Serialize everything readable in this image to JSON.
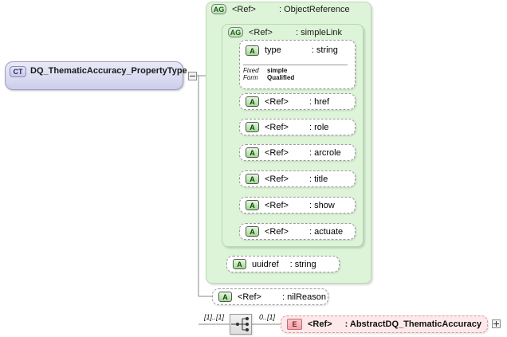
{
  "diagram": {
    "kind": "xsd-schema-diagram",
    "colors": {
      "complex_type_fill": "#dcdcf2",
      "complex_type_border": "#9e9ec4",
      "group_fill": "#ddf4d8",
      "group_border": "#b7d9b0",
      "attribute_fill": "#ffffff",
      "attribute_border": "#9a9a9a",
      "element_fill": "#fde9ea",
      "element_border": "#e2989e",
      "compositor_fill": "#e6e6e6",
      "canvas": "#ffffff"
    },
    "root": {
      "badge": "CT",
      "badge_name": "complex-type-badge",
      "label": "DQ_ThematicAccuracy_PropertyType",
      "collapse_toggle": "minus"
    },
    "groups": [
      {
        "badge": "AG",
        "ref": "<Ref>",
        "name": ": ObjectReference"
      },
      {
        "badge": "AG",
        "ref": "<Ref>",
        "name": ": simpleLink"
      }
    ],
    "attributes": [
      {
        "badge": "A",
        "ref": "type",
        "type": ": string",
        "dashed": true,
        "facets": [
          {
            "key": "Fixed",
            "value": "simple"
          },
          {
            "key": "Form",
            "value": "Qualified"
          }
        ]
      },
      {
        "badge": "A",
        "ref": "<Ref>",
        "type": ": href",
        "dashed": true
      },
      {
        "badge": "A",
        "ref": "<Ref>",
        "type": ": role",
        "dashed": true
      },
      {
        "badge": "A",
        "ref": "<Ref>",
        "type": ": arcrole",
        "dashed": true
      },
      {
        "badge": "A",
        "ref": "<Ref>",
        "type": ": title",
        "dashed": true
      },
      {
        "badge": "A",
        "ref": "<Ref>",
        "type": ": show",
        "dashed": true
      },
      {
        "badge": "A",
        "ref": "<Ref>",
        "type": ": actuate",
        "dashed": true
      },
      {
        "badge": "A",
        "ref": "uuidref",
        "type": ": string",
        "dashed": true
      },
      {
        "badge": "A",
        "ref": "<Ref>",
        "type": ": nilReason",
        "dashed": true
      }
    ],
    "sequence": {
      "icon_name": "sequence-compositor-icon",
      "cardinality_left": "[1]..[1]",
      "cardinality_right": "0..[1]"
    },
    "element": {
      "badge": "E",
      "ref": "<Ref>",
      "type": ": AbstractDQ_ThematicAccuracy",
      "expand_toggle": "plus"
    }
  }
}
